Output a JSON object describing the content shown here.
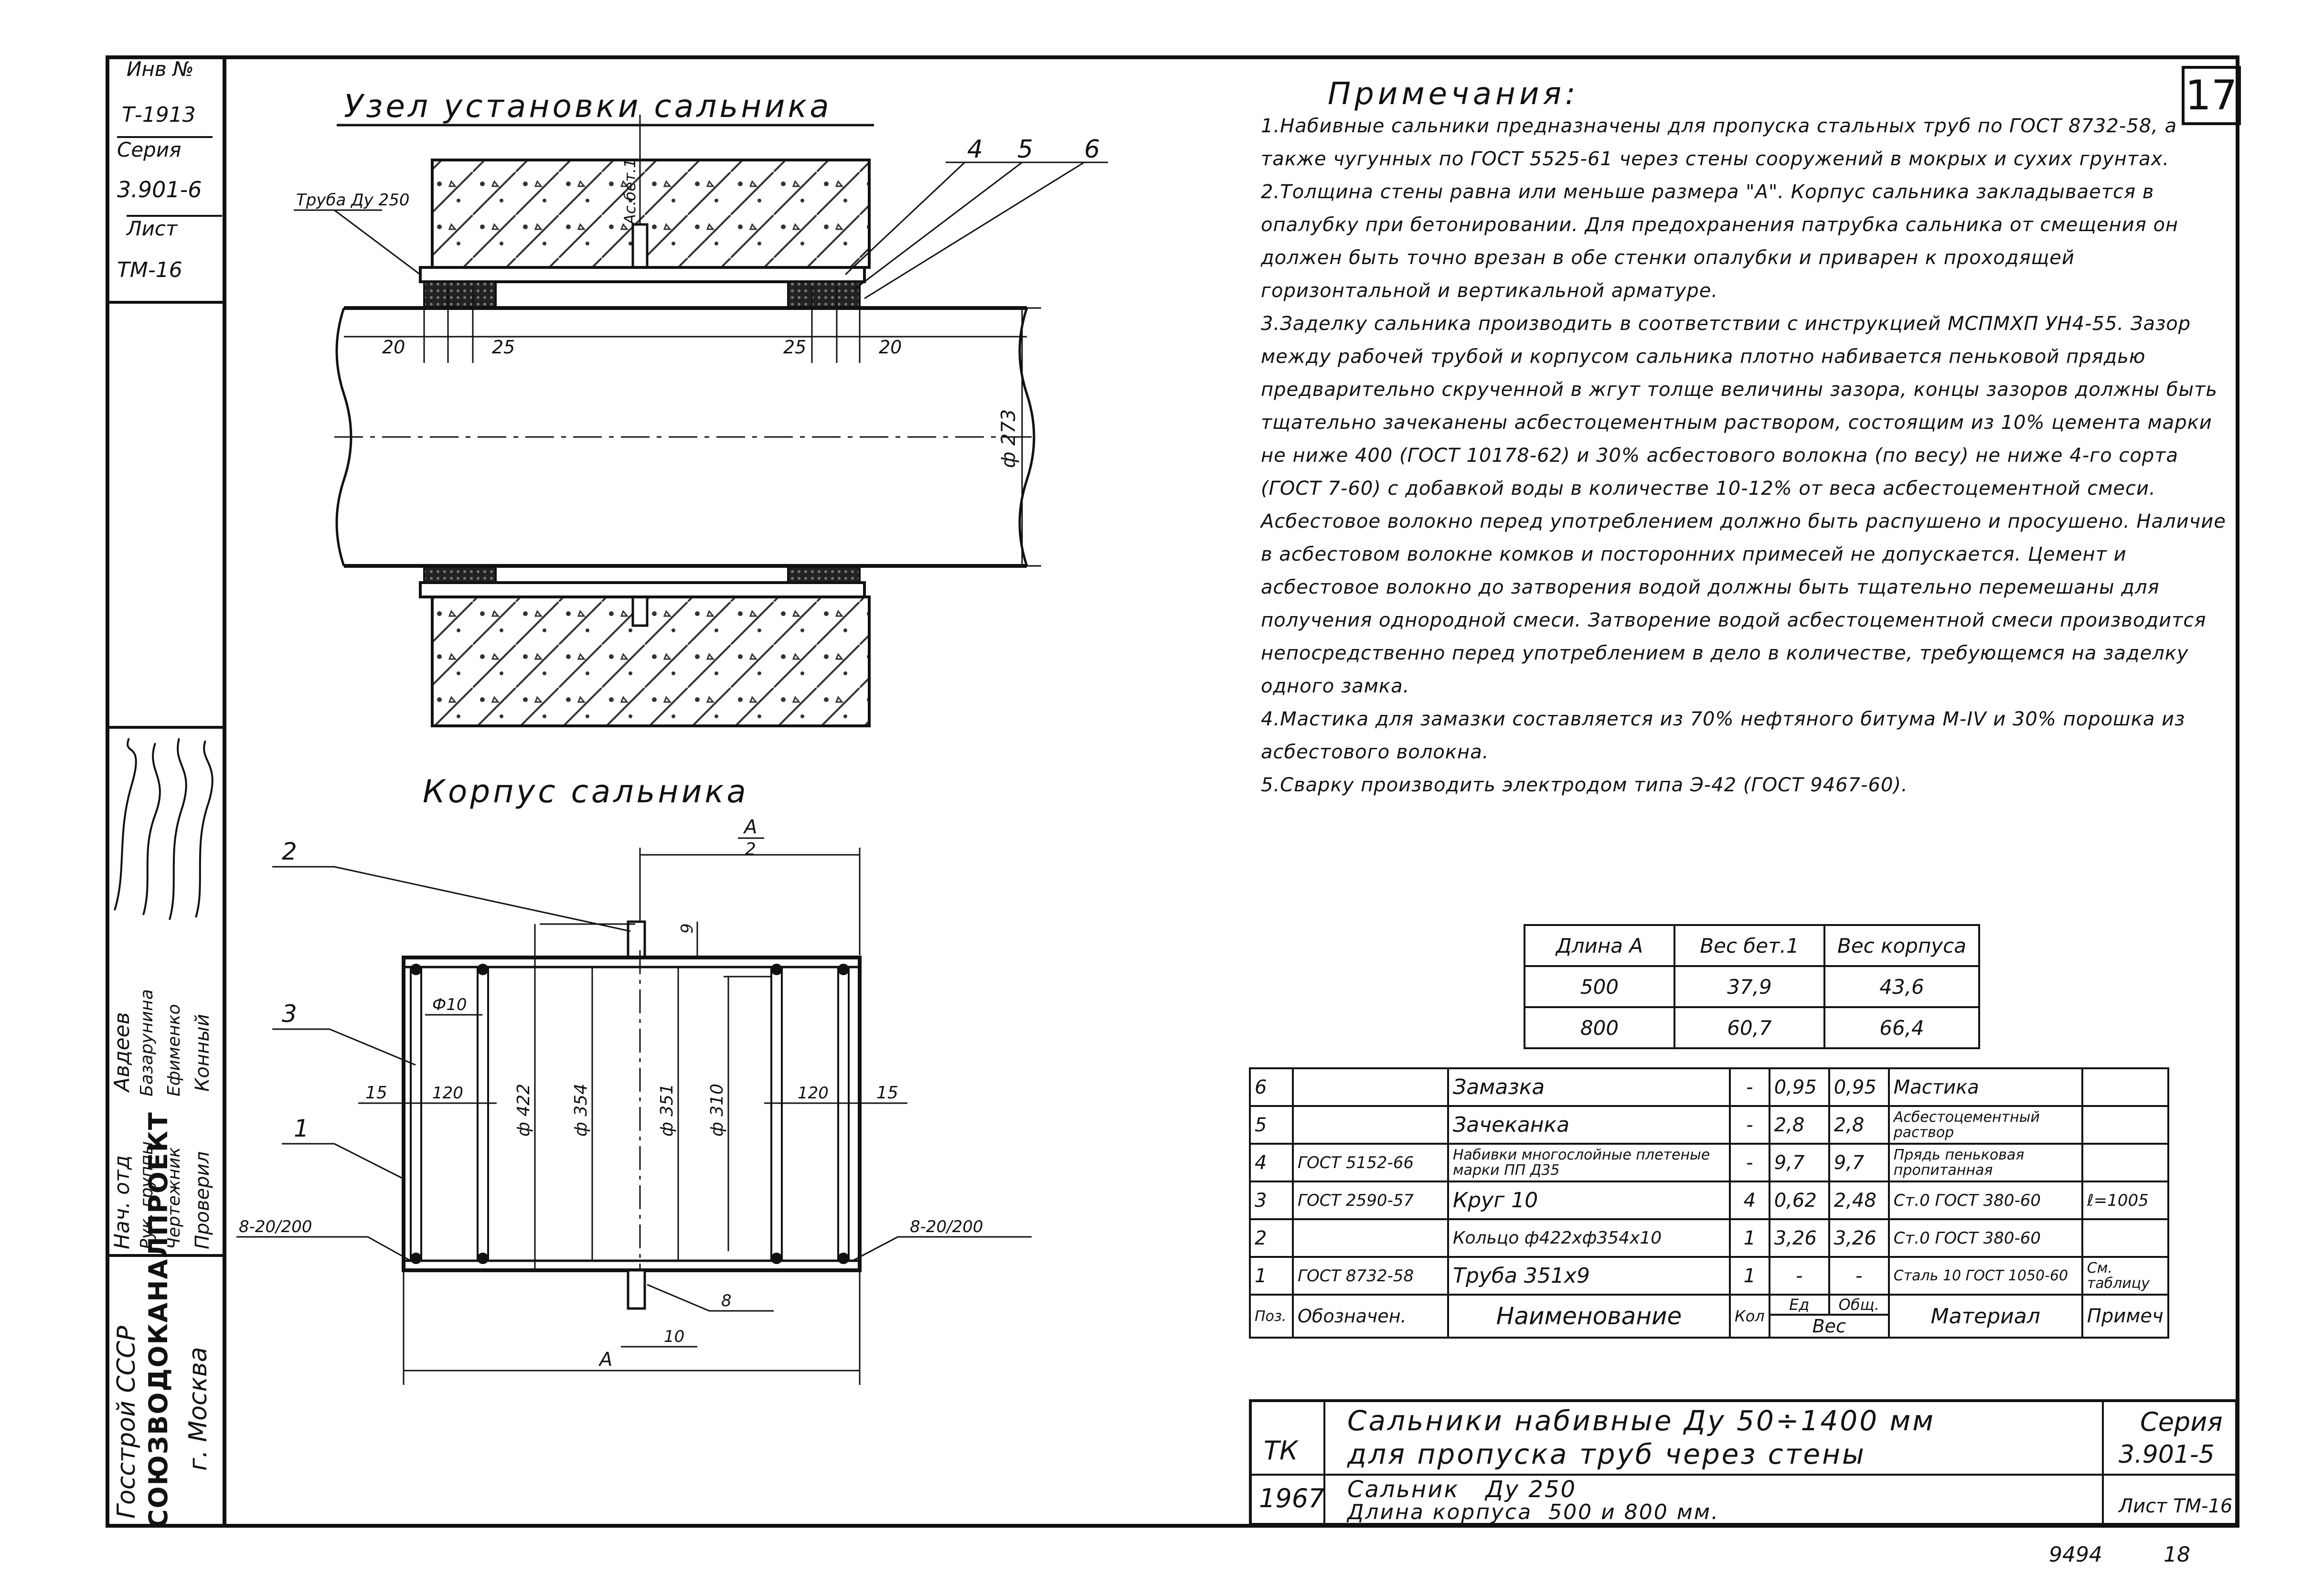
{
  "archive_box": {
    "inv_label": "Инв №",
    "inv_value": "Т-1913",
    "series_label": "Серия",
    "series_value": "3.901-6",
    "sheet_label": "Лист",
    "sheet_value": "ТМ-16"
  },
  "signatures": {
    "roles": [
      "Нач. отд",
      "Рук. группы",
      "Чертежник",
      "Проверил"
    ],
    "names": [
      "Авдеев",
      "Базарунина",
      "Ефименко",
      "Конный"
    ]
  },
  "organization": {
    "ministry": "Госстрой СССР",
    "institute": "СОЮЗВОДОКАНАЛПРОЕКТ",
    "city": "г. Москва"
  },
  "top_view": {
    "title": "Узел установки сальника",
    "pipe_label": "Труба Ду 250",
    "grout_label": "Ас.бет.1",
    "callouts": [
      "4",
      "5",
      "6"
    ],
    "dims": [
      "20",
      "25",
      "25",
      "20"
    ],
    "diameter": "ф 273"
  },
  "body_view": {
    "title": "Корпус сальника",
    "callouts": [
      "2",
      "3",
      "1"
    ],
    "half_length": {
      "num": "А",
      "den": "2"
    },
    "length": "А",
    "dims": {
      "top": "9",
      "d1": "Ф10",
      "edge_left": "15",
      "gap_left": "120",
      "gap_right": "120",
      "edge_right": "15",
      "phi422": "ф 422",
      "phi354": "ф 354",
      "phi351": "ф 351",
      "phi310": "ф 310",
      "bottom": "10"
    },
    "welds": {
      "left": "8-20/200",
      "right": "8-20/200",
      "bottom": "8"
    }
  },
  "notes": {
    "title": "Примечания:",
    "sheet_number": "17",
    "items": [
      "1.Набивные сальники предназначены для пропуска стальных труб по ГОСТ 8732-58, а также чугунных по ГОСТ 5525-61 через стены сооружений в мокрых и сухих грунтах.",
      "2.Толщина стены равна или меньше размера \"А\". Корпус сальника закладывается в опалубку при бетонировании. Для предохранения патрубка сальника от смещения он должен быть точно врезан в обе стенки опалубки и приварен к проходящей горизонтальной и вертикальной арматуре.",
      "3.Заделку сальника производить в соответствии с инструкцией МСПМХП УН4-55. Зазор между рабочей трубой и корпусом сальника плотно набивается пеньковой прядью предварительно скрученной в жгут толще величины зазора, концы зазоров должны быть тщательно зачеканены асбестоцементным раствором, состоящим из 10% цемента марки не ниже 400 (ГОСТ 10178-62) и 30% асбестового волокна (по весу) не ниже 4-го сорта (ГОСТ 7-60) с добавкой воды в количестве 10-12% от веса асбестоцементной смеси. Асбестовое волокно перед употреблением должно быть распушено и просушено. Наличие в асбестовом волокне комков и посторонних примесей не допускается. Цемент и асбестовое волокно до затворения водой должны быть тщательно перемешаны для получения однородной смеси. Затворение водой асбестоцементной смеси производится непосредственно перед употреблением в дело в количестве, требующемся на заделку одного замка.",
      "4.Мастика для замазки составляется из 70% нефтяного битума М-IV и 30% порошка из асбестового волокна.",
      "5.Сварку производить электродом типа Э-42 (ГОСТ 9467-60)."
    ]
  },
  "weight_table": {
    "headers": [
      "Длина А",
      "Вес бет.1",
      "Вес корпуса"
    ],
    "rows": [
      [
        "500",
        "37,9",
        "43,6"
      ],
      [
        "800",
        "60,7",
        "66,4"
      ]
    ]
  },
  "spec_table": {
    "rows": [
      {
        "pos": "6",
        "designation": "",
        "name": "Замазка",
        "qty": "-",
        "unit_weight": "0,95",
        "total_weight": "0,95",
        "material": "Мастика",
        "note": ""
      },
      {
        "pos": "5",
        "designation": "",
        "name": "Зачеканка",
        "qty": "-",
        "unit_weight": "2,8",
        "total_weight": "2,8",
        "material": "Асбестоцементный раствор",
        "note": ""
      },
      {
        "pos": "4",
        "designation": "ГОСТ 5152-66",
        "name": "Набивки многослойные плетеные марки ПП Д35",
        "qty": "-",
        "unit_weight": "9,7",
        "total_weight": "9,7",
        "material": "Прядь пеньковая пропитанная",
        "note": ""
      },
      {
        "pos": "3",
        "designation": "ГОСТ 2590-57",
        "name": "Круг 10",
        "qty": "4",
        "unit_weight": "0,62",
        "total_weight": "2,48",
        "material": "Ст.0 ГОСТ 380-60",
        "note": "ℓ=1005"
      },
      {
        "pos": "2",
        "designation": "",
        "name": "Кольцо ф422хф354х10",
        "qty": "1",
        "unit_weight": "3,26",
        "total_weight": "3,26",
        "material": "Ст.0 ГОСТ 380-60",
        "note": ""
      },
      {
        "pos": "1",
        "designation": "ГОСТ 8732-58",
        "name": "Труба 351х9",
        "qty": "1",
        "unit_weight": "-",
        "total_weight": "-",
        "material": "Сталь 10 ГОСТ 1050-60",
        "note": "См. таблицу"
      }
    ],
    "header": {
      "pos": "Поз.",
      "designation": "Обозначен.",
      "name": "Наименование",
      "qty": "Кол",
      "weight": "Вес",
      "unit": "Ед",
      "total": "Общ.",
      "material": "Материал",
      "note": "Примеч"
    }
  },
  "title_block": {
    "tk": "ТК",
    "year": "1967",
    "title_line1": "Сальники набивные Ду 50÷1400 мм",
    "title_line2": "для пропуска труб через стены",
    "subtitle_line1": "Сальник   Ду 250",
    "subtitle_line2": "Длина корпуса  500 и 800 мм.",
    "series_label": "Серия",
    "series_value": "3.901-5",
    "sheet": "Лист ТМ-16"
  },
  "footer": {
    "code": "9494",
    "page": "18"
  }
}
